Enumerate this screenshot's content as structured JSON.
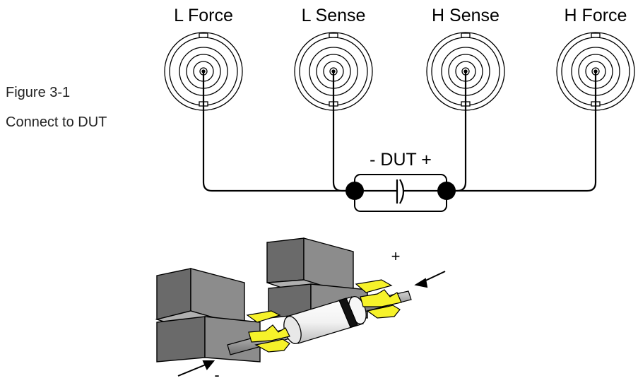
{
  "caption": {
    "figure": "Figure 3-1",
    "title": "Connect to DUT"
  },
  "terminals": [
    {
      "label": "L Force"
    },
    {
      "label": "L Sense"
    },
    {
      "label": "H Sense"
    },
    {
      "label": "H Force"
    }
  ],
  "dut": {
    "label": "- DUT +"
  },
  "fixture": {
    "plus_label": "+",
    "minus_label": "-"
  },
  "colors": {
    "line": "#000000",
    "clip": "#f6f22a",
    "block_dark": "#5a5a5a",
    "block_mid": "#7a7a7a",
    "block_light": "#a8a8a8"
  }
}
